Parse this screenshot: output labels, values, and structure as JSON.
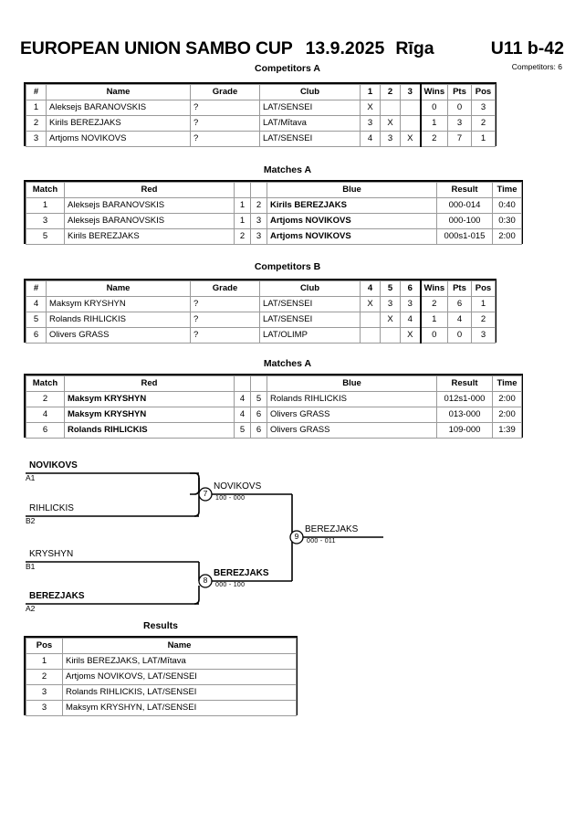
{
  "header": {
    "title": "EUROPEAN UNION SAMBO CUP",
    "date": "13.9.2025",
    "city": "Rīga",
    "category": "U11 b-42",
    "competitors_count": "Competitors: 6"
  },
  "sections": {
    "competitors_a": "Competitors A",
    "matches_a1": "Matches A",
    "competitors_b": "Competitors B",
    "matches_a2": "Matches A",
    "results": "Results"
  },
  "competitors_table": {
    "headers": {
      "num": "#",
      "name": "Name",
      "grade": "Grade",
      "club": "Club",
      "wins": "Wins",
      "pts": "Pts",
      "pos": "Pos"
    },
    "group_a": {
      "opponent_headers": [
        "1",
        "2",
        "3"
      ],
      "rows": [
        {
          "num": "1",
          "name": "Aleksejs BARANOVSKIS",
          "grade": "?",
          "club": "LAT/SENSEI",
          "scores": [
            "X",
            "",
            ""
          ],
          "wins": "0",
          "pts": "0",
          "pos": "3"
        },
        {
          "num": "2",
          "name": "Kirils BEREZJAKS",
          "grade": "?",
          "club": "LAT/Mītava",
          "scores": [
            "3",
            "X",
            ""
          ],
          "wins": "1",
          "pts": "3",
          "pos": "2"
        },
        {
          "num": "3",
          "name": "Artjoms NOVIKOVS",
          "grade": "?",
          "club": "LAT/SENSEI",
          "scores": [
            "4",
            "3",
            "X"
          ],
          "wins": "2",
          "pts": "7",
          "pos": "1"
        }
      ]
    },
    "group_b": {
      "opponent_headers": [
        "4",
        "5",
        "6"
      ],
      "rows": [
        {
          "num": "4",
          "name": "Maksym KRYSHYN",
          "grade": "?",
          "club": "LAT/SENSEI",
          "scores": [
            "X",
            "3",
            "3"
          ],
          "wins": "2",
          "pts": "6",
          "pos": "1"
        },
        {
          "num": "5",
          "name": "Rolands RIHLICKIS",
          "grade": "?",
          "club": "LAT/SENSEI",
          "scores": [
            "",
            "X",
            "4"
          ],
          "wins": "1",
          "pts": "4",
          "pos": "2"
        },
        {
          "num": "6",
          "name": "Olivers GRASS",
          "grade": "?",
          "club": "LAT/OLIMP",
          "scores": [
            "",
            "",
            "X"
          ],
          "wins": "0",
          "pts": "0",
          "pos": "3"
        }
      ]
    }
  },
  "matches_table": {
    "headers": {
      "match": "Match",
      "red": "Red",
      "blue": "Blue",
      "result": "Result",
      "time": "Time"
    },
    "group_a": [
      {
        "match": "1",
        "red": "Aleksejs BARANOVSKIS",
        "red_bold": false,
        "red_num": "1",
        "blue_num": "2",
        "blue": "Kirils BEREZJAKS",
        "blue_bold": true,
        "result": "000-014",
        "time": "0:40"
      },
      {
        "match": "3",
        "red": "Aleksejs BARANOVSKIS",
        "red_bold": false,
        "red_num": "1",
        "blue_num": "3",
        "blue": "Artjoms NOVIKOVS",
        "blue_bold": true,
        "result": "000-100",
        "time": "0:30"
      },
      {
        "match": "5",
        "red": "Kirils BEREZJAKS",
        "red_bold": false,
        "red_num": "2",
        "blue_num": "3",
        "blue": "Artjoms NOVIKOVS",
        "blue_bold": true,
        "result": "000s1-015",
        "time": "2:00"
      }
    ],
    "group_b": [
      {
        "match": "2",
        "red": "Maksym KRYSHYN",
        "red_bold": true,
        "red_num": "4",
        "blue_num": "5",
        "blue": "Rolands RIHLICKIS",
        "blue_bold": false,
        "result": "012s1-000",
        "time": "2:00"
      },
      {
        "match": "4",
        "red": "Maksym KRYSHYN",
        "red_bold": true,
        "red_num": "4",
        "blue_num": "6",
        "blue": "Olivers GRASS",
        "blue_bold": false,
        "result": "013-000",
        "time": "2:00"
      },
      {
        "match": "6",
        "red": "Rolands RIHLICKIS",
        "red_bold": true,
        "red_num": "5",
        "blue_num": "6",
        "blue": "Olivers GRASS",
        "blue_bold": false,
        "result": "109-000",
        "time": "1:39"
      }
    ]
  },
  "bracket": {
    "entries": {
      "top1": {
        "name": "NOVIKOVS",
        "seed": "A1",
        "bold": true
      },
      "top2": {
        "name": "RIHLICKIS",
        "seed": "B2",
        "bold": false
      },
      "bot1": {
        "name": "KRYSHYN",
        "seed": "B1",
        "bold": false
      },
      "bot2": {
        "name": "BEREZJAKS",
        "seed": "A2",
        "bold": true
      }
    },
    "semi_top": {
      "number": "7",
      "winner": "NOVIKOVS",
      "score": "100 - 000",
      "bold": false
    },
    "semi_bottom": {
      "number": "8",
      "winner": "BEREZJAKS",
      "score": "000 - 100",
      "bold": true
    },
    "final": {
      "number": "9",
      "winner": "BEREZJAKS",
      "score": "000 - 011",
      "bold": false
    }
  },
  "results_table": {
    "headers": {
      "pos": "Pos",
      "name": "Name"
    },
    "rows": [
      {
        "pos": "1",
        "name": "Kirils BEREZJAKS, LAT/Mītava"
      },
      {
        "pos": "2",
        "name": "Artjoms NOVIKOVS, LAT/SENSEI"
      },
      {
        "pos": "3",
        "name": "Rolands RIHLICKIS, LAT/SENSEI"
      },
      {
        "pos": "3",
        "name": "Maksym KRYSHYN, LAT/SENSEI"
      }
    ]
  }
}
